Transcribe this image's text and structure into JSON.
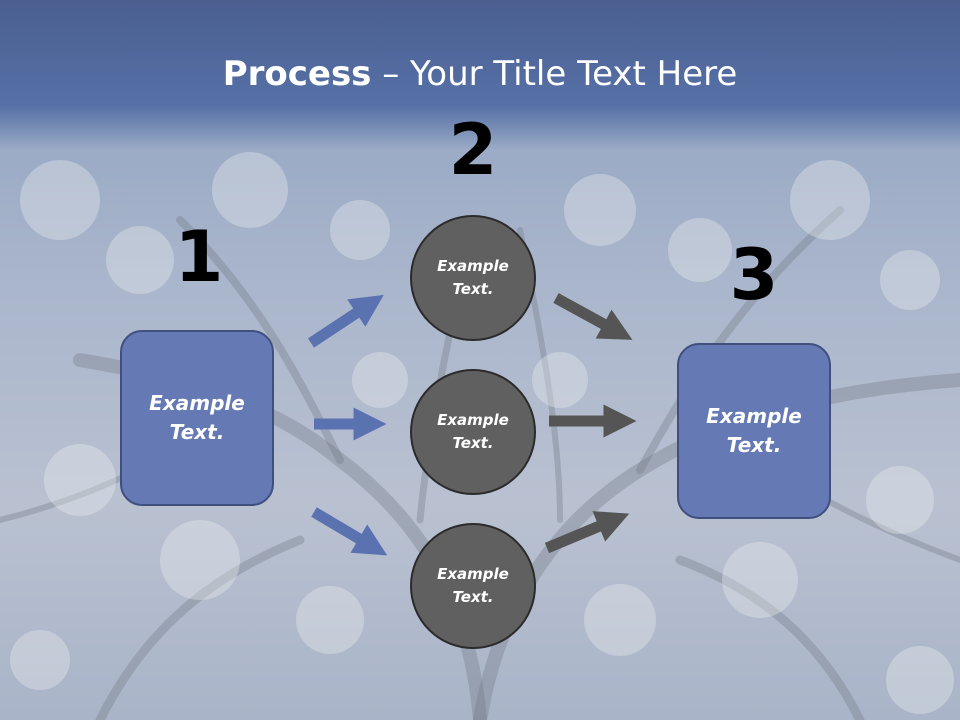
{
  "title": {
    "bold": "Process",
    "rest": " – Your Title Text Here"
  },
  "steps": [
    "1",
    "2",
    "3"
  ],
  "left_box": {
    "line1": "Example",
    "line2": "Text."
  },
  "right_box": {
    "line1": "Example",
    "line2": "Text."
  },
  "circles": [
    {
      "line1": "Example",
      "line2": "Text."
    },
    {
      "line1": "Example",
      "line2": "Text."
    },
    {
      "line1": "Example",
      "line2": "Text."
    }
  ],
  "colors": {
    "header": "#5670a6",
    "box_fill": "#6579b4",
    "circle_fill": "#606060",
    "arrow_blue": "#5b72b0",
    "arrow_gray": "#555555"
  }
}
